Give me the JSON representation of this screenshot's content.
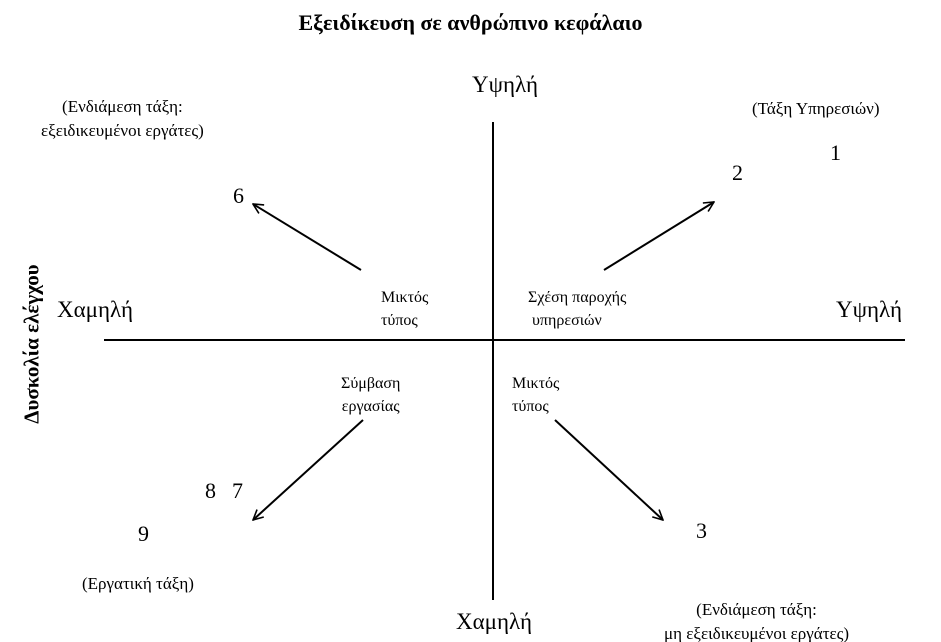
{
  "title": "Εξειδίκευση σε ανθρώπινο κεφάλαιο",
  "y_axis_label": "Δυσκολία ελέγχου",
  "axis_ends": {
    "top": "Υψηλή",
    "bottom": "Χαμηλή",
    "left": "Χαμηλή",
    "right": "Υψηλή"
  },
  "quadrant_labels": {
    "upper_left": [
      "Μικτός",
      "τύπος"
    ],
    "upper_right": [
      "Σχέση παροχής",
      "υπηρεσιών"
    ],
    "lower_left": [
      "Σύμβαση",
      "εργασίας"
    ],
    "lower_right": [
      "Μικτός",
      "τύπος"
    ]
  },
  "class_labels": {
    "upper_left": [
      "(Ενδιάμεση τάξη:",
      "εξειδικευμένοι εργάτες)"
    ],
    "upper_right": [
      "(Τάξη Υπηρεσιών)"
    ],
    "lower_left": [
      "(Εργατική τάξη)"
    ],
    "lower_right": [
      "(Ενδιάμεση τάξη:",
      "μη εξειδικευμένοι εργάτες)"
    ]
  },
  "numbers": {
    "n1": "1",
    "n2": "2",
    "n3": "3",
    "n6": "6",
    "n7": "7",
    "n8": "8",
    "n9": "9"
  },
  "colors": {
    "ink": "#000000",
    "background": "#ffffff"
  }
}
